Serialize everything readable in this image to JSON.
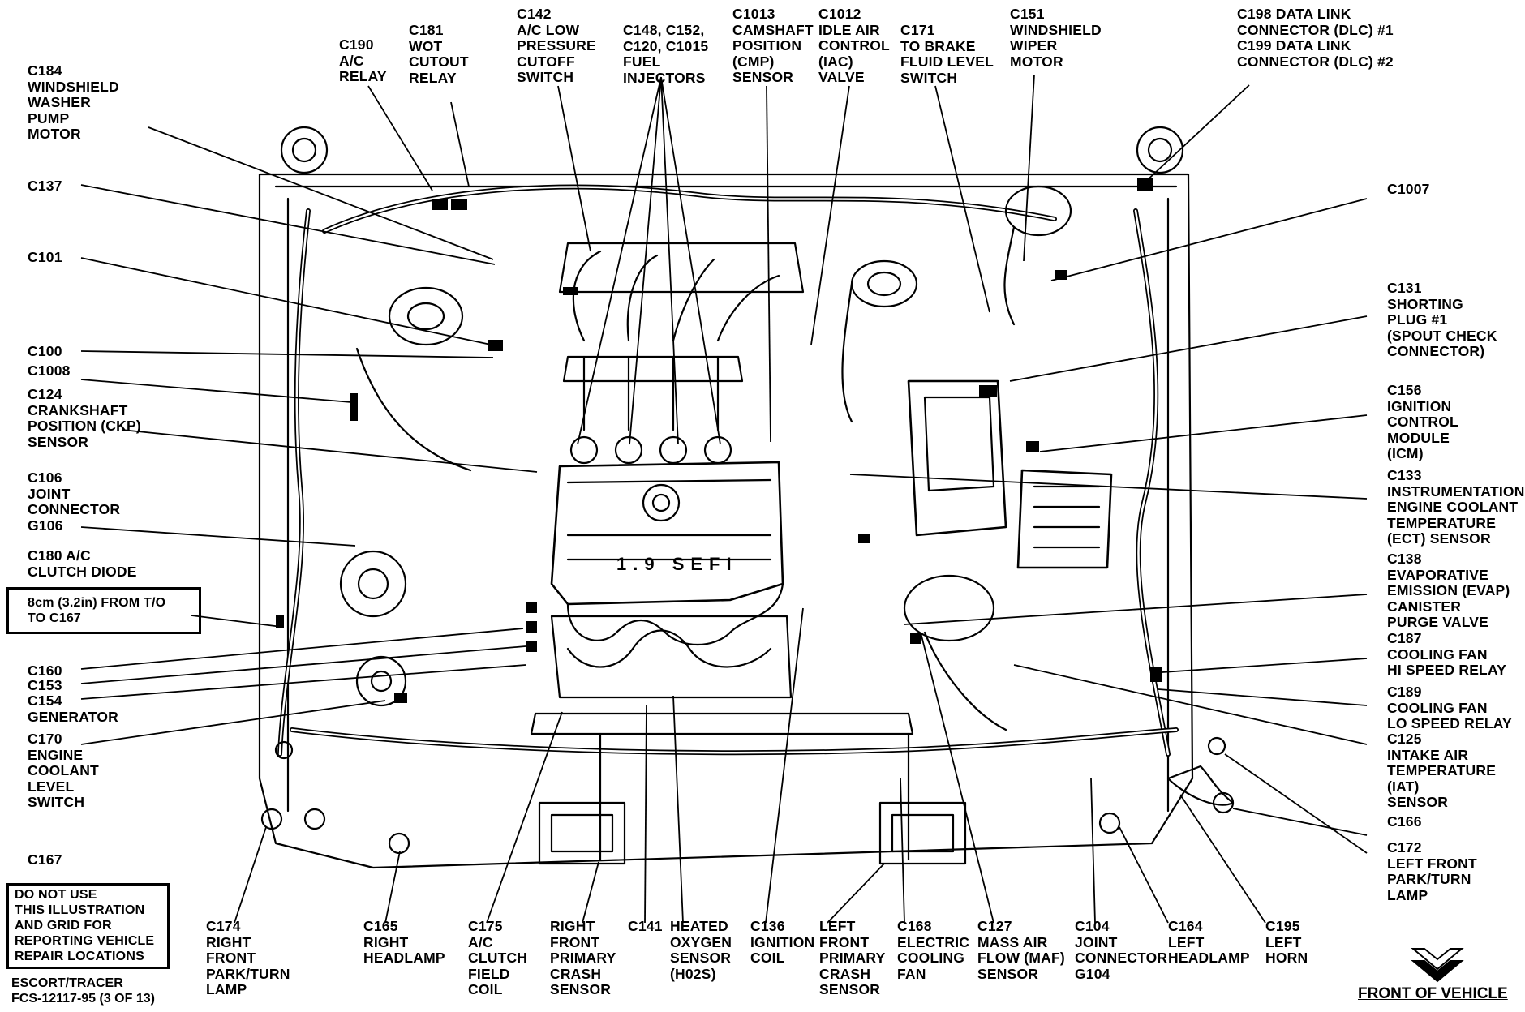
{
  "callouts": {
    "c184": [
      "C184",
      "WINDSHIELD",
      "WASHER",
      "PUMP",
      "MOTOR"
    ],
    "c190": [
      "C190",
      "A/C",
      "RELAY"
    ],
    "c181": [
      "C181",
      "WOT",
      "CUTOUT",
      "RELAY"
    ],
    "c142": [
      "C142",
      "A/C LOW",
      "PRESSURE",
      "CUTOFF",
      "SWITCH"
    ],
    "c148": [
      "C148, C152,",
      "C120, C1015",
      "FUEL",
      "INJECTORS"
    ],
    "c1013": [
      "C1013",
      "CAMSHAFT",
      "POSITION",
      "(CMP)",
      "SENSOR"
    ],
    "c1012": [
      "C1012",
      "IDLE AIR",
      "CONTROL",
      "(IAC)",
      "VALVE"
    ],
    "c171": [
      "C171",
      "TO BRAKE",
      "FLUID LEVEL",
      "SWITCH"
    ],
    "c151": [
      "C151",
      "WINDSHIELD",
      "WIPER",
      "MOTOR"
    ],
    "c198": [
      "C198 DATA LINK",
      "CONNECTOR (DLC) #1",
      "C199 DATA LINK",
      "CONNECTOR (DLC) #2"
    ],
    "c137": [
      "C137"
    ],
    "c101": [
      "C101"
    ],
    "c100": [
      "C100"
    ],
    "c1008": [
      "C1008"
    ],
    "c124": [
      "C124",
      "CRANKSHAFT",
      "POSITION (CKP)",
      "SENSOR"
    ],
    "c106": [
      "C106",
      "JOINT",
      "CONNECTOR",
      "G106"
    ],
    "c180": [
      "C180 A/C",
      "CLUTCH DIODE"
    ],
    "c160": [
      "C160"
    ],
    "c153": [
      "C153"
    ],
    "c154": [
      "C154",
      "GENERATOR"
    ],
    "c170": [
      "C170",
      "ENGINE",
      "COOLANT",
      "LEVEL",
      "SWITCH"
    ],
    "c167": [
      "C167"
    ],
    "c1007": [
      "C1007"
    ],
    "c131": [
      "C131",
      "SHORTING",
      "PLUG #1",
      "(SPOUT CHECK",
      "CONNECTOR)"
    ],
    "c156": [
      "C156",
      "IGNITION",
      "CONTROL",
      "MODULE",
      "(ICM)"
    ],
    "c133": [
      "C133",
      "INSTRUMENTATION",
      "ENGINE COOLANT",
      "TEMPERATURE",
      "(ECT) SENSOR"
    ],
    "c138": [
      "C138",
      "EVAPORATIVE",
      "EMISSION (EVAP)",
      "CANISTER",
      "PURGE VALVE"
    ],
    "c187": [
      "C187",
      "COOLING FAN",
      "HI SPEED RELAY"
    ],
    "c189": [
      "C189",
      "COOLING FAN",
      "LO SPEED RELAY"
    ],
    "c125": [
      "C125",
      "INTAKE AIR",
      "TEMPERATURE",
      "(IAT)",
      "SENSOR"
    ],
    "c166": [
      "C166"
    ],
    "c172": [
      "C172",
      "LEFT FRONT",
      "PARK/TURN",
      "LAMP"
    ],
    "c174": [
      "C174",
      "RIGHT",
      "FRONT",
      "PARK/TURN",
      "LAMP"
    ],
    "c165": [
      "C165",
      "RIGHT",
      "HEADLAMP"
    ],
    "c175": [
      "C175",
      "A/C",
      "CLUTCH",
      "FIELD",
      "COIL"
    ],
    "crash_r": [
      "RIGHT",
      "FRONT",
      "PRIMARY",
      "CRASH",
      "SENSOR"
    ],
    "c141": [
      "C141"
    ],
    "ho2s": [
      "HEATED",
      "OXYGEN",
      "SENSOR",
      "(H02S)"
    ],
    "c136": [
      "C136",
      "IGNITION",
      "COIL"
    ],
    "crash_l": [
      "LEFT",
      "FRONT",
      "PRIMARY",
      "CRASH",
      "SENSOR"
    ],
    "c168": [
      "C168",
      "ELECTRIC",
      "COOLING",
      "FAN"
    ],
    "c127": [
      "C127",
      "MASS AIR",
      "FLOW (MAF)",
      "SENSOR"
    ],
    "c104": [
      "C104",
      "JOINT",
      "CONNECTOR",
      "G104"
    ],
    "c164": [
      "C164",
      "LEFT",
      "HEADLAMP"
    ],
    "c195": [
      "C195",
      "LEFT",
      "HORN"
    ]
  },
  "note_box": [
    "8cm (3.2in) FROM T/O",
    "TO C167"
  ],
  "warning_box": [
    "DO NOT USE",
    "THIS ILLUSTRATION",
    "AND GRID FOR",
    "REPORTING VEHICLE",
    "REPAIR LOCATIONS"
  ],
  "footer": [
    "ESCORT/TRACER",
    "FCS-12117-95  (3 OF 13)"
  ],
  "engine_badge": "1.9 SEFI",
  "front_of_vehicle": "FRONT OF VEHICLE"
}
